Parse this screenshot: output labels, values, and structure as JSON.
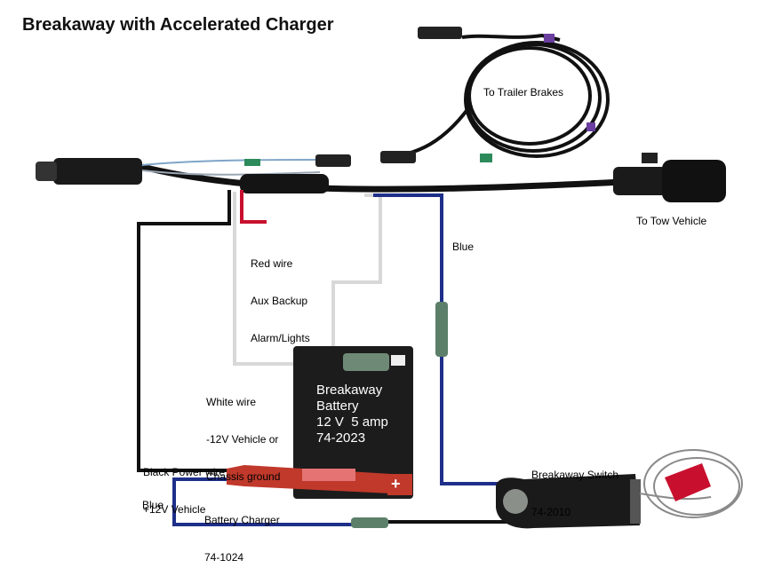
{
  "title": "Breakaway with Accelerated Charger",
  "labels": {
    "trailer_brakes": "To Trailer Brakes",
    "tow_vehicle": "To Tow Vehicle",
    "red_wire": [
      "Red wire",
      "Aux Backup",
      "Alarm/Lights"
    ],
    "blue_right": "Blue",
    "white_wire": [
      "White wire",
      "-12V Vehicle or",
      "Chassis ground"
    ],
    "black_wire": [
      "Black Power wire",
      "+12V Vehicle"
    ],
    "battery_charger": [
      "Battery Charger",
      "74-1024"
    ],
    "blue_left": "Blue",
    "switch": [
      "Breakaway Switch",
      "74-2010"
    ]
  },
  "battery": {
    "lines": [
      "Breakaway",
      "Battery",
      "12 V  5 amp",
      "74-2023"
    ],
    "plus": "+"
  },
  "colors": {
    "black_wire": "#111111",
    "white_wire": "#d8d8d8",
    "red_wire": "#c8102e",
    "blue_wire": "#1e2f8a",
    "green_wire": "#2d8a5a",
    "purple_band": "#6b3fa0",
    "battery": "#1c1c1c",
    "charger_red": "#c0392b"
  }
}
